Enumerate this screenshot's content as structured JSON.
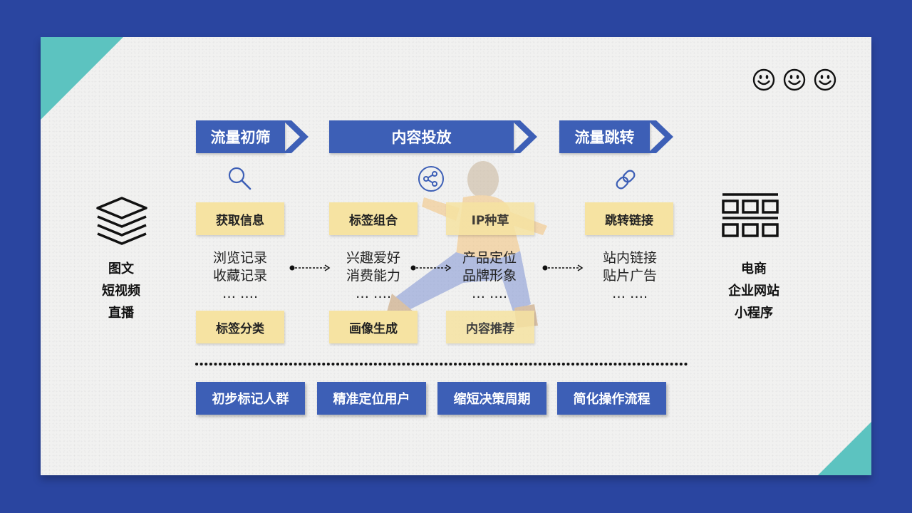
{
  "stages": [
    {
      "label": "流量初筛",
      "icon": "search-icon"
    },
    {
      "label": "内容投放",
      "icon": "share-icon"
    },
    {
      "label": "流量跳转",
      "icon": "link-icon"
    }
  ],
  "columns": [
    {
      "top_tag": "获取信息",
      "items": [
        "浏览记录",
        "收藏记录",
        "… …."
      ],
      "bottom_tag": "标签分类"
    },
    {
      "top_tag": "标签组合",
      "items": [
        "兴趣爱好",
        "消费能力",
        "… …."
      ],
      "bottom_tag": "画像生成"
    },
    {
      "top_tag": "IP种草",
      "items": [
        "产品定位",
        "品牌形象",
        "… …."
      ],
      "bottom_tag": "内容推荐"
    },
    {
      "top_tag": "跳转链接",
      "items": [
        "站内链接",
        "贴片广告",
        "… …."
      ]
    }
  ],
  "left_side": {
    "icon": "layers-icon",
    "lines": [
      "图文",
      "短视频",
      "直播"
    ]
  },
  "right_side": {
    "icon": "grid-icon",
    "lines": [
      "电商",
      "企业网站",
      "小程序"
    ]
  },
  "bottom_buttons": [
    "初步标记人群",
    "精准定位用户",
    "缩短决策周期",
    "简化操作流程"
  ],
  "decor": {
    "smileys": 3,
    "accent": "#5cc3c0",
    "primary": "#3d5fb6",
    "tag_bg": "#f6e3a2",
    "frame": "#2a45a0"
  }
}
